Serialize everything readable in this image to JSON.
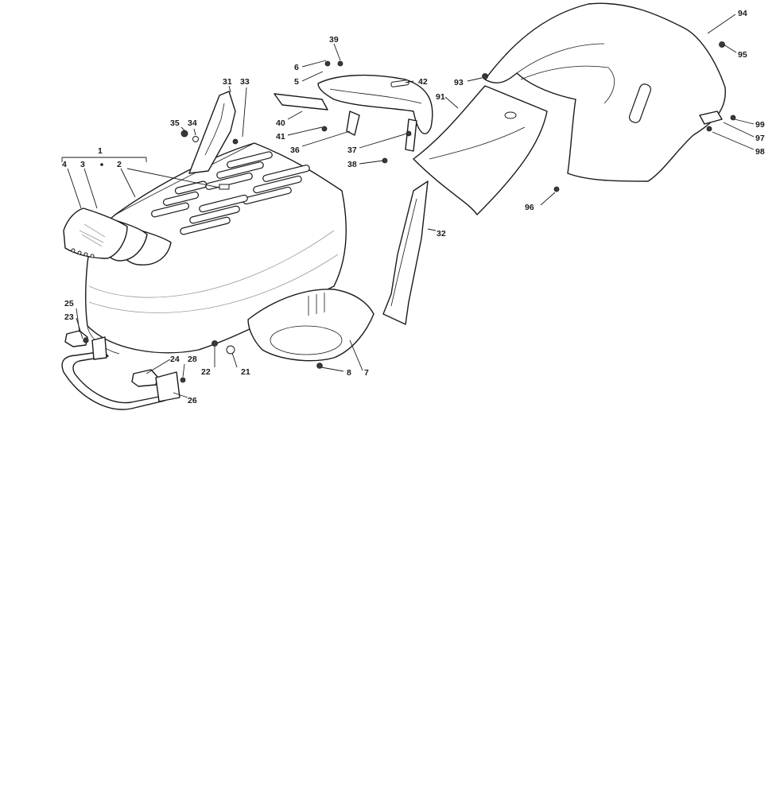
{
  "callouts": {
    "c1": "1",
    "c2": "2",
    "c3": "3",
    "c4": "4",
    "c5": "5",
    "c6": "6",
    "c7": "7",
    "c8": "8",
    "c21": "21",
    "c22": "22",
    "c23": "23",
    "c24": "24",
    "c25": "25",
    "c26": "26",
    "c28": "28",
    "c31": "31",
    "c32": "32",
    "c33": "33",
    "c34": "34",
    "c35": "35",
    "c36": "36",
    "c37": "37",
    "c38": "38",
    "c39": "39",
    "c40": "40",
    "c41": "41",
    "c42": "42",
    "c91": "91",
    "c93": "93",
    "c94": "94",
    "c95": "95",
    "c96": "96",
    "c97": "97",
    "c98": "98",
    "c99": "99"
  }
}
